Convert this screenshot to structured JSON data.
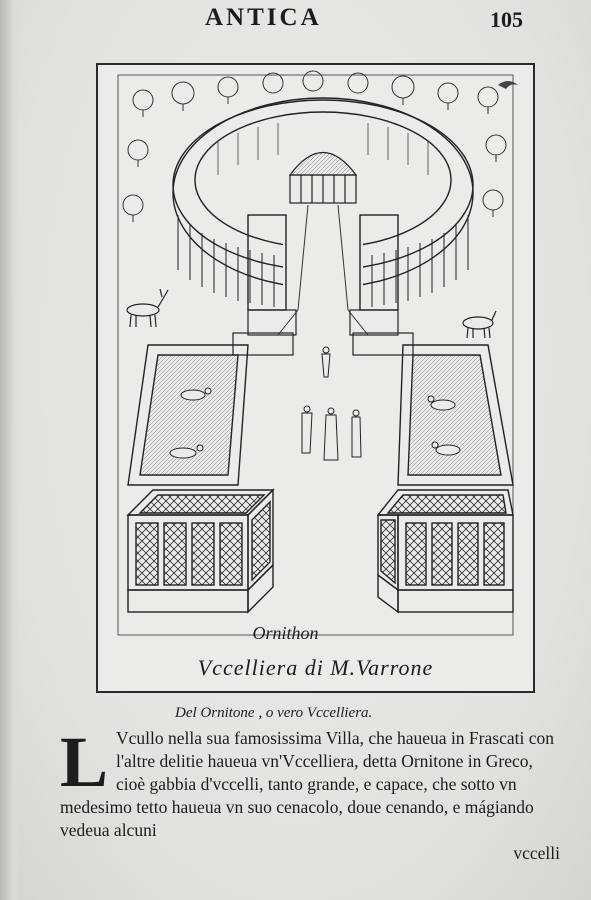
{
  "page": {
    "running_head": "ANTICA",
    "folio": "105"
  },
  "plate": {
    "caption_top": "Ornithon",
    "caption_bottom": "Vccelliera di M.Varrone"
  },
  "text": {
    "section_head": "Del Ornitone , o vero Vccelliera.",
    "drop_cap": "L",
    "paragraph": "Vcullo nella sua famosissima Villa, che haueua in Frascati con l'altre delitie haueua vn'Vccelliera, detta Ornitone in Greco, cioè gabbia d'vccelli, tanto grande, e capace, che sotto vn medesimo tetto haueua vn suo cenacolo, doue cenando, e mágiando vedeua alcuni",
    "catchword": "vccelli"
  }
}
